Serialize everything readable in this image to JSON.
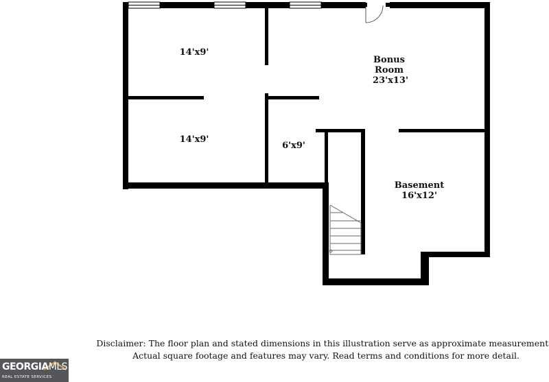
{
  "rooms": [
    {
      "name": "",
      "size": "14'x9'"
    },
    {
      "name": "",
      "size": "14'x9'"
    },
    {
      "name": "",
      "size": "6'x9'"
    },
    {
      "name": "Bonus Room",
      "size": "23'x13'"
    },
    {
      "name": "Basement",
      "size": "16'x12'"
    }
  ],
  "bonus_room": {
    "line1": "Bonus",
    "line2": "Room",
    "size": "23'x13'"
  },
  "basement": {
    "name": "Basement",
    "size": "16'x12'"
  },
  "disclaimer": {
    "line1": "Disclaimer: The floor plan and stated dimensions in this illustration serve as approximate measurements.",
    "line2": "Actual square footage and features may vary. Read terms and conditions for more detail."
  },
  "logo": {
    "brand_bold": "GEORGIA",
    "brand_light": "MLS",
    "tagline": "REAL ESTATE SERVICES"
  },
  "colors": {
    "wall": "#000000",
    "logo_bg": "#55565a"
  }
}
